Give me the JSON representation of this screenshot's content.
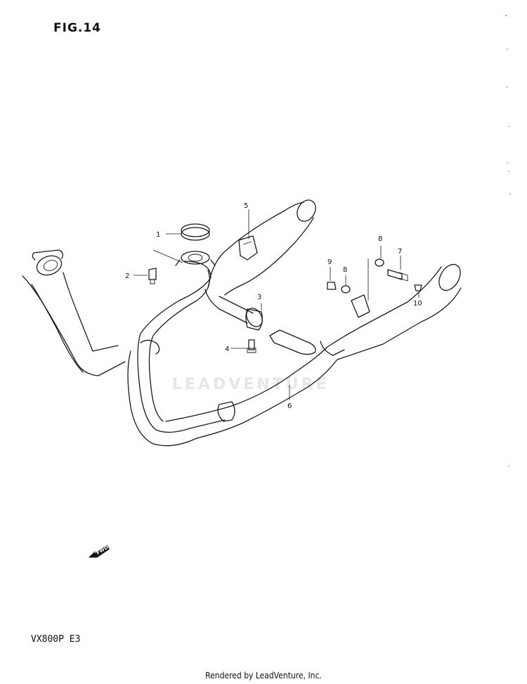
{
  "figure": {
    "title": "FIG.14"
  },
  "model": {
    "code": "VX800P  E3"
  },
  "footer": {
    "text": "Rendered by LeadVenture, Inc."
  },
  "watermark": {
    "text": "LEADVENTURE"
  },
  "direction_arrow": {
    "label": "FWD"
  },
  "callouts": {
    "c1": "1",
    "c2": "2",
    "c3": "3",
    "c4": "4",
    "c5": "5",
    "c6": "6",
    "c7": "7",
    "c8a": "8",
    "c8b": "8",
    "c9": "9",
    "c10": "10"
  }
}
